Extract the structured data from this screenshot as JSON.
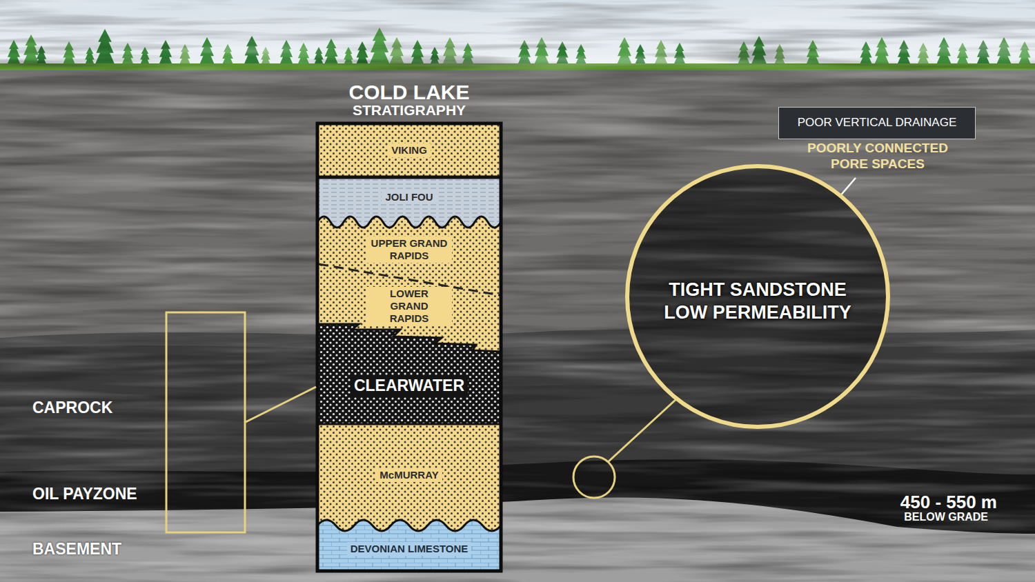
{
  "diagram": {
    "nodes": [
      {
        "text": [
          "COLD LAKE",
          "STRATIGRAPHY"
        ]
      },
      {
        "text": [
          "VIKING"
        ],
        "in": 0
      },
      {
        "text": [
          "JOLI FOU"
        ],
        "in": 0
      },
      {
        "text": [
          "UPPER GRAND RAPIDS"
        ],
        "in": 0
      },
      {
        "text": [
          "LOWER GRAND RAPIDS"
        ],
        "in": 0
      },
      {
        "text": [
          "CLEARWATER"
        ],
        "in": 0
      },
      {
        "text": [
          "McMURRAY"
        ],
        "in": 0
      },
      {
        "text": [
          "DEVONIAN LIMESTONE"
        ],
        "in": 0
      },
      {
        "text": [
          "POOR VERTICAL DRAINAGE"
        ]
      },
      {
        "text": [
          "TIGHT SANDSTONE",
          "LOW PERMEABILITY"
        ]
      }
    ],
    "labels": [
      "CAPROCK",
      "OIL PAYZONE",
      "BASEMENT",
      "POORLY CONNECTED PORE SPACES",
      "450 - 550 m",
      "BELOW GRADE"
    ]
  }
}
